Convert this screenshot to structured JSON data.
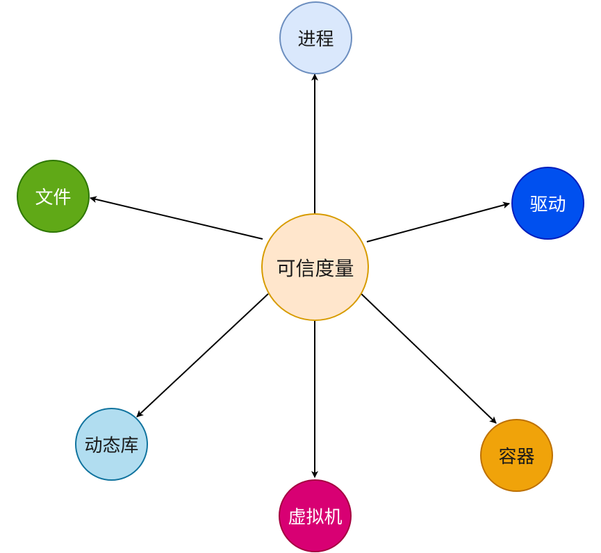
{
  "diagram": {
    "center": {
      "label": "可信度量",
      "fill": "#FFE6CC",
      "stroke": "#D79B00",
      "text_color": "#1a1a1a"
    },
    "nodes": [
      {
        "id": "process",
        "label": "进程",
        "fill": "#DAE8FC",
        "stroke": "#6C8EBF",
        "text_color": "#1a1a1a"
      },
      {
        "id": "file",
        "label": "文件",
        "fill": "#60A917",
        "stroke": "#2D7600",
        "text_color": "#ffffff"
      },
      {
        "id": "driver",
        "label": "驱动",
        "fill": "#0050EF",
        "stroke": "#001DBC",
        "text_color": "#ffffff"
      },
      {
        "id": "dynlib",
        "label": "动态库",
        "fill": "#B1DDF0",
        "stroke": "#10739E",
        "text_color": "#1a1a1a"
      },
      {
        "id": "vm",
        "label": "虚拟机",
        "fill": "#D80073",
        "stroke": "#A50040",
        "text_color": "#ffffff"
      },
      {
        "id": "container",
        "label": "容器",
        "fill": "#F0A30A",
        "stroke": "#BD7000",
        "text_color": "#1a1a1a"
      }
    ],
    "edge_color": "#000000"
  }
}
